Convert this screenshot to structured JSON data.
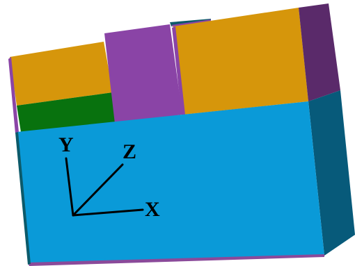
{
  "axes": {
    "x_label": "X",
    "y_label": "Y",
    "z_label": "Z"
  },
  "colors": {
    "background": "#ffffff",
    "main_block_front": "#0a9ad8",
    "main_block_side": "#075a7a",
    "main_block_bottom_edge": "#8a4a9a",
    "orange_face": "#d6960b",
    "purple_face": "#8a44a6",
    "purple_side": "#5a2a6a",
    "green_face": "#08720e",
    "dark_teal_edge": "#0c5a6a",
    "axis_stroke": "#000000"
  }
}
